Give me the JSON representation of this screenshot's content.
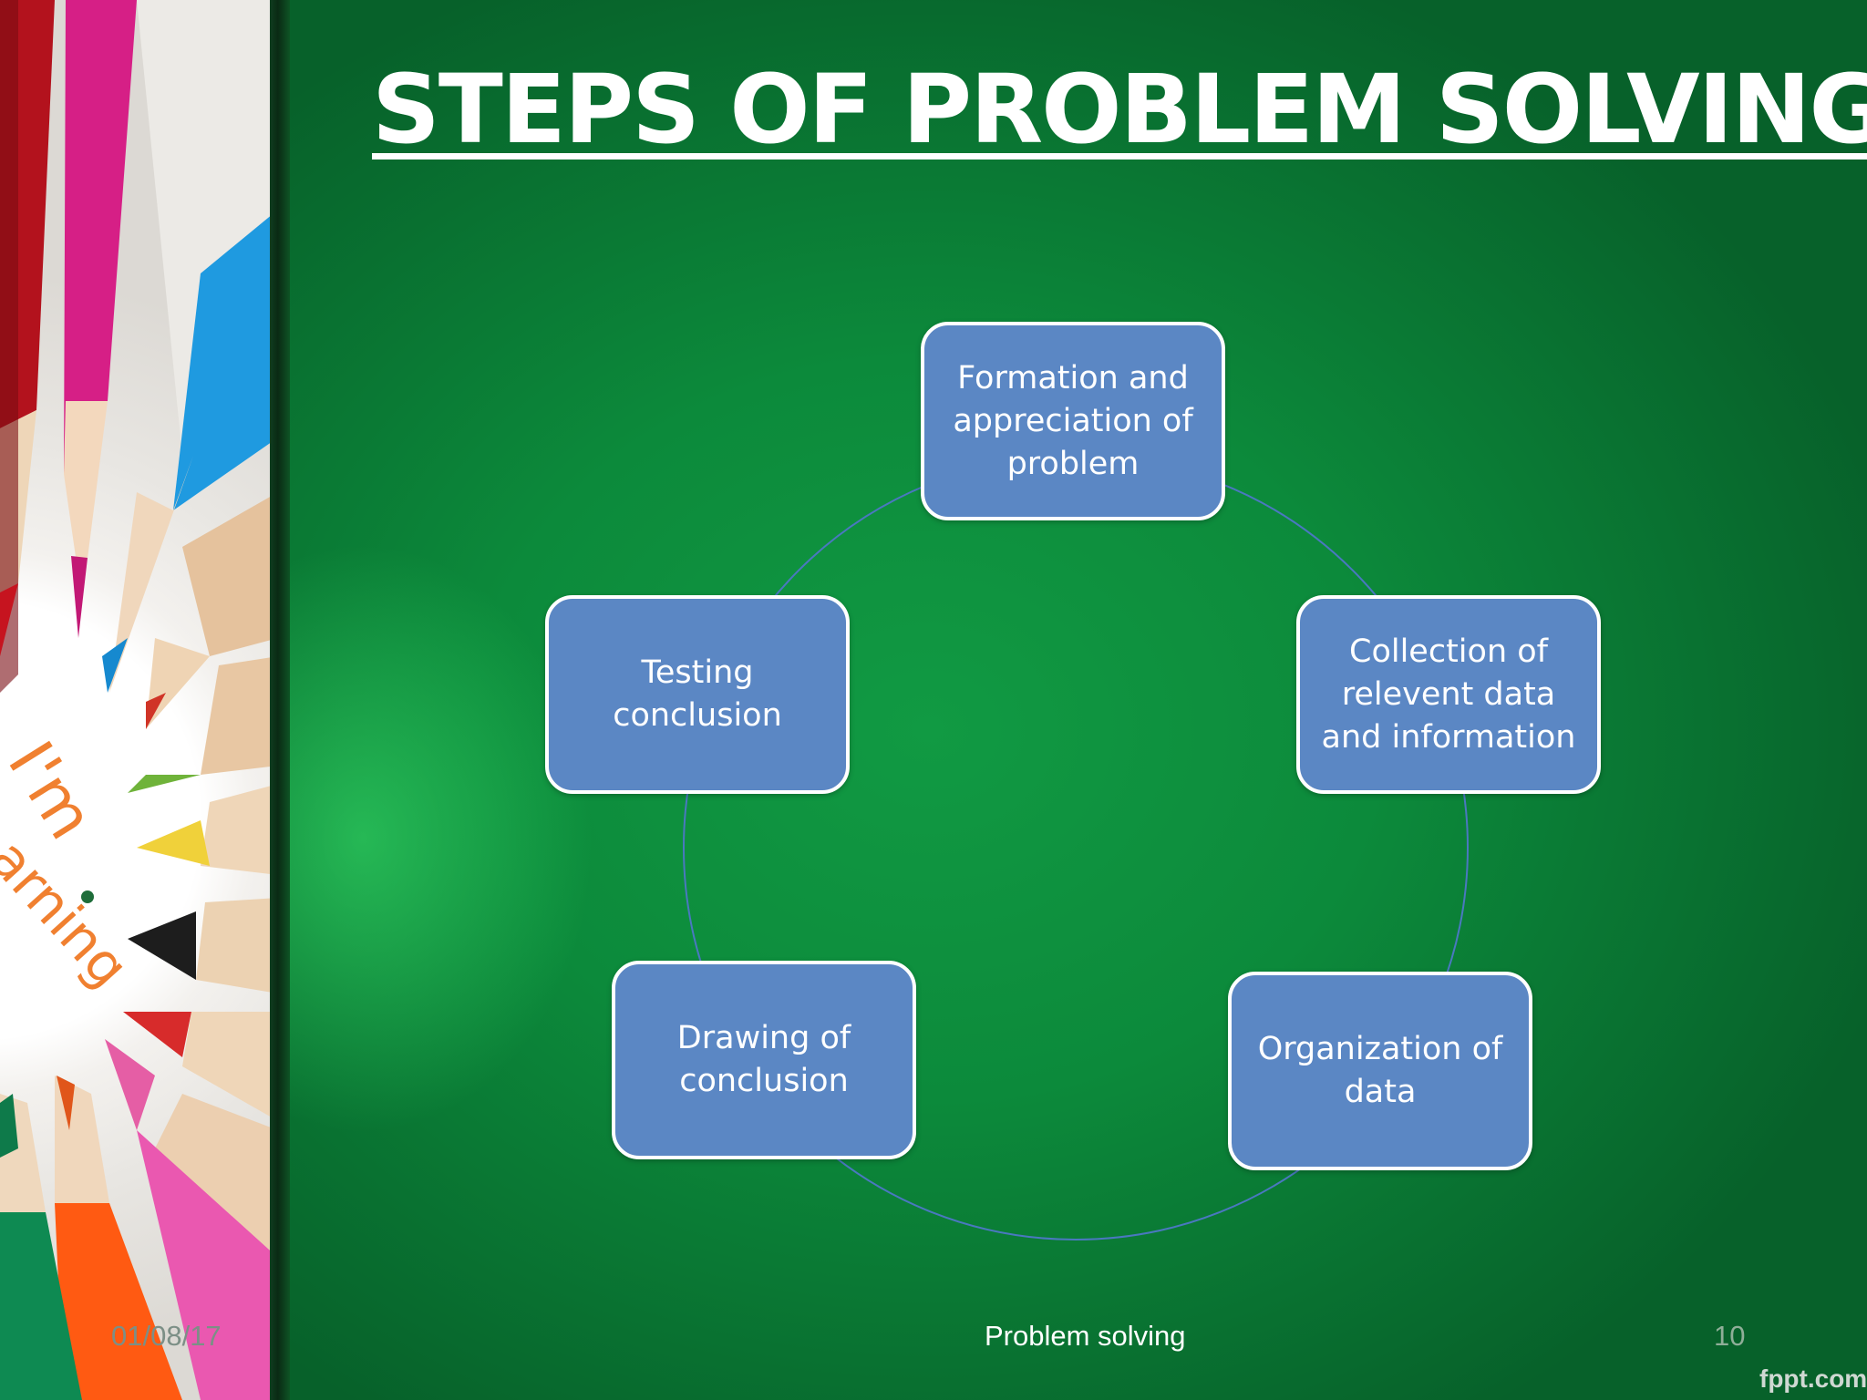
{
  "slide": {
    "title": "STEPS OF PROBLEM SOLVING",
    "pencil_text": {
      "line1": "I'm",
      "line2": "arning"
    }
  },
  "diagram": {
    "type": "cycle",
    "nodes": [
      {
        "id": "step-1",
        "label": "Formation and appreciation of problem"
      },
      {
        "id": "step-2",
        "label": "Collection of relevent data and information"
      },
      {
        "id": "step-3",
        "label": "Organization of data"
      },
      {
        "id": "step-4",
        "label": "Drawing of conclusion"
      },
      {
        "id": "step-5",
        "label": "Testing conclusion"
      }
    ],
    "edges": [
      {
        "from": "step-1",
        "to": "step-2"
      },
      {
        "from": "step-2",
        "to": "step-3"
      },
      {
        "from": "step-3",
        "to": "step-4"
      },
      {
        "from": "step-4",
        "to": "step-5"
      },
      {
        "from": "step-5",
        "to": "step-1"
      }
    ],
    "colors": {
      "node_fill": "#5b87c4",
      "node_border": "#ffffff",
      "connector": "#4a78c0"
    }
  },
  "footer": {
    "date": "01/08/17",
    "center": "Problem solving",
    "page": "10",
    "brand": "fppt.com"
  }
}
